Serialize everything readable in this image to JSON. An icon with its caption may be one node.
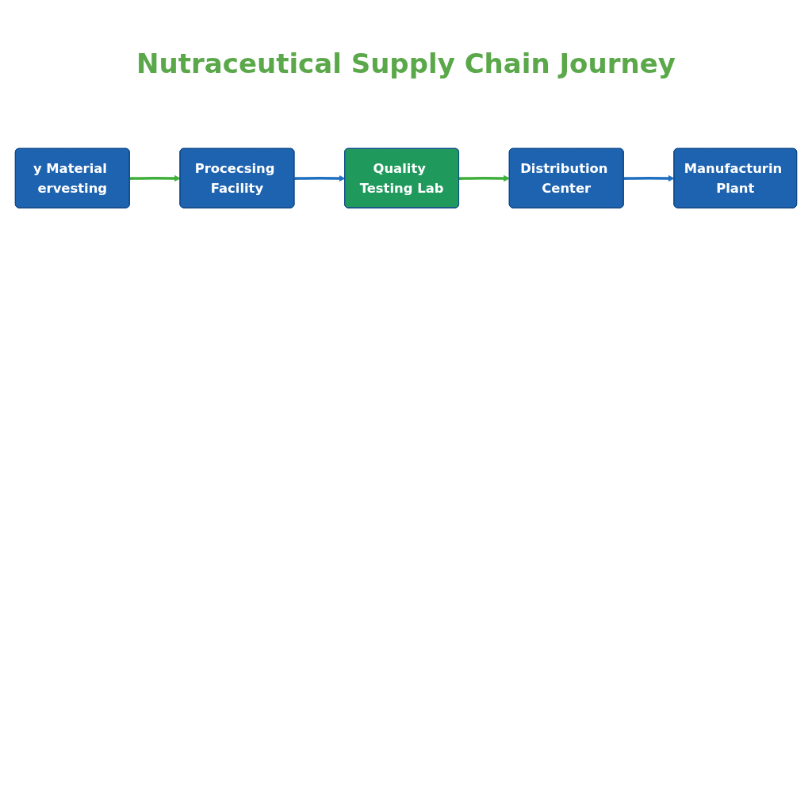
{
  "diagram": {
    "title": "Nutraceutical Supply Chain Journey",
    "nodes": [
      {
        "text": [
          "y Material ervesting"
        ]
      },
      {
        "text": [
          "Procecsing Facility"
        ]
      },
      {
        "text": [
          "Quality Testing Lab"
        ]
      },
      {
        "text": [
          "Distribution Center"
        ]
      },
      {
        "text": [
          "Manufacturin Plant"
        ]
      }
    ],
    "edges": [
      {
        "from": 0,
        "to": 1,
        "arrow": "to",
        "color": "#3fae3a"
      },
      {
        "from": 1,
        "to": 2,
        "arrow": "to",
        "color": "#1f6fc0"
      },
      {
        "from": 2,
        "to": 3,
        "arrow": "to",
        "color": "#3fae3a"
      },
      {
        "from": 3,
        "to": 4,
        "arrow": "to",
        "color": "#1f6fc0"
      }
    ]
  }
}
